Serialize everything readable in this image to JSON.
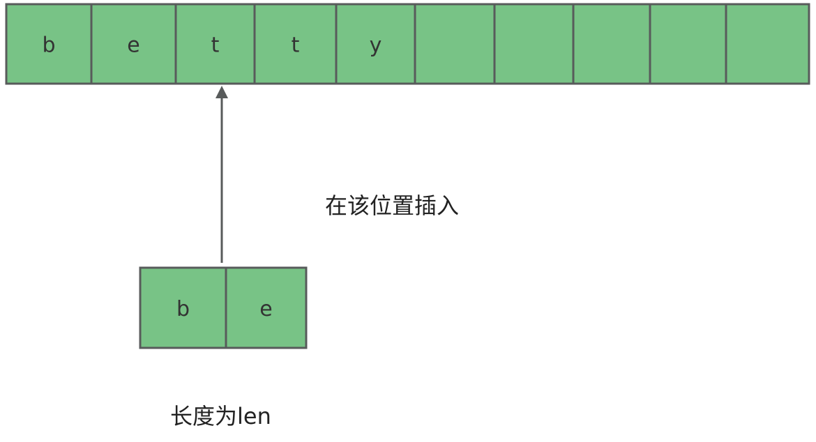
{
  "main_array": {
    "cells": [
      "b",
      "e",
      "t",
      "t",
      "y",
      "",
      "",
      "",
      "",
      ""
    ]
  },
  "inserted_string": {
    "cells": [
      "b",
      "e"
    ]
  },
  "annotations": {
    "insert_position": "在该位置插入",
    "length_label": "长度为len"
  },
  "colors": {
    "cell_fill": "#78c386",
    "cell_border": "#585b5b",
    "arrow": "#585b5b",
    "text": "#333333"
  }
}
